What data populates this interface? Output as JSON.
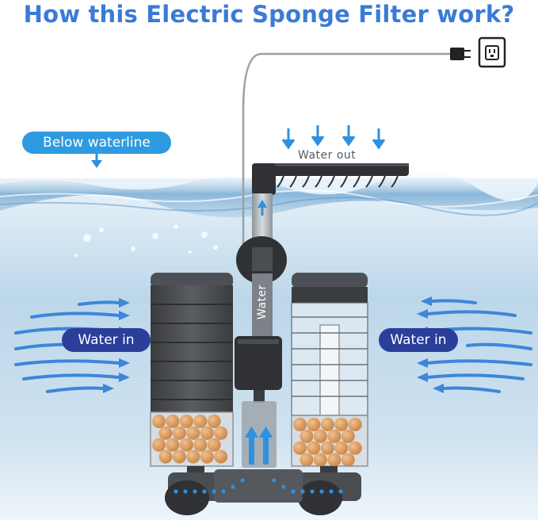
{
  "title": "How this Electric Sponge Filter work?",
  "labels": {
    "below_waterline": "Below waterline",
    "water_out": "Water out",
    "water_in_left": "Water in",
    "water_in_right": "Water in",
    "water_tube": "Water"
  },
  "icons": {
    "outlet": "power-outlet-icon",
    "plug": "power-plug-icon"
  },
  "colors": {
    "title": "#3a7bd5",
    "below_waterline_pill": "#2e9be0",
    "water_in_pill": "#2a3e9a",
    "flow_arrow": "#2e90e0",
    "filter_body": "#3d3f42",
    "ceramic_balls": "#d99a63"
  }
}
